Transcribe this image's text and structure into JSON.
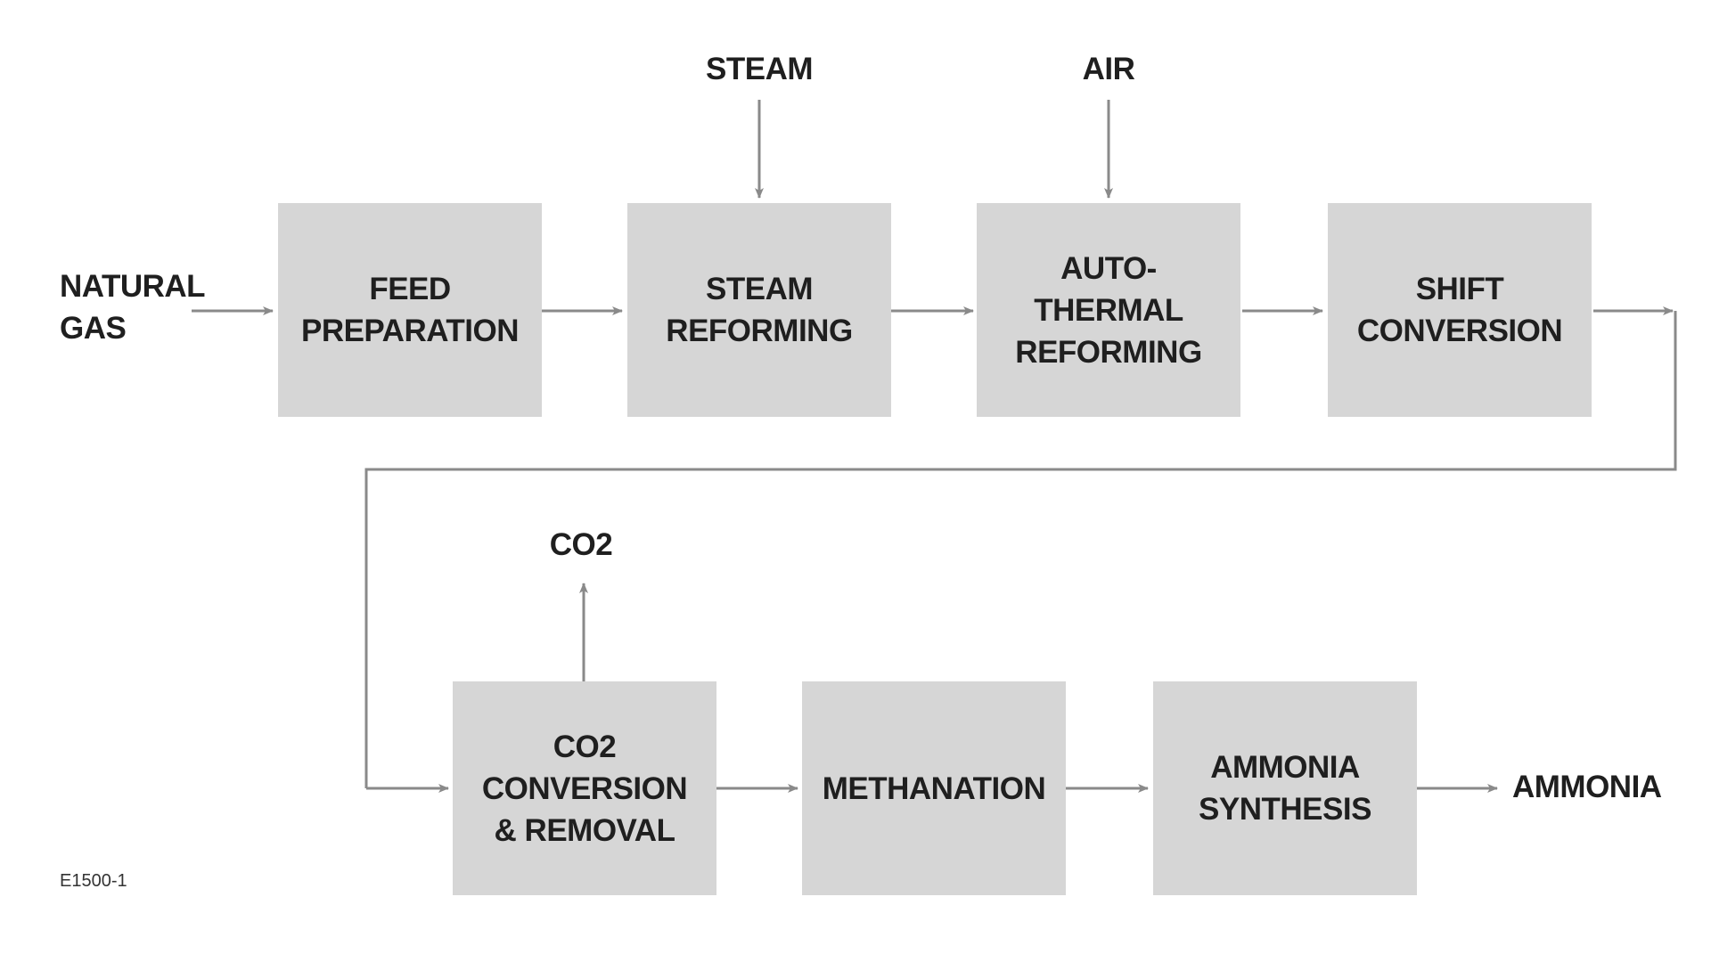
{
  "diagram": {
    "process_boxes": {
      "feed_preparation": [
        "FEED",
        "PREPARATION"
      ],
      "steam_reforming": [
        "STEAM",
        "REFORMING"
      ],
      "autothermal_reforming": [
        "AUTO-",
        "THERMAL",
        "REFORMING"
      ],
      "shift_conversion": [
        "SHIFT",
        "CONVERSION"
      ],
      "co2_conversion_removal": [
        "CO2",
        "CONVERSION",
        "& REMOVAL"
      ],
      "methanation": [
        "METHANATION"
      ],
      "ammonia_synthesis": [
        "AMMONIA",
        "SYNTHESIS"
      ]
    },
    "streams": {
      "natural_gas": [
        "NATURAL",
        "GAS"
      ],
      "steam": "STEAM",
      "air": "AIR",
      "co2": "CO2",
      "ammonia": "AMMONIA"
    },
    "figure_code": "E1500-1"
  },
  "colors": {
    "box_fill": "#d6d6d6",
    "line": "#8a8a8a",
    "text": "#1f1f1f"
  }
}
